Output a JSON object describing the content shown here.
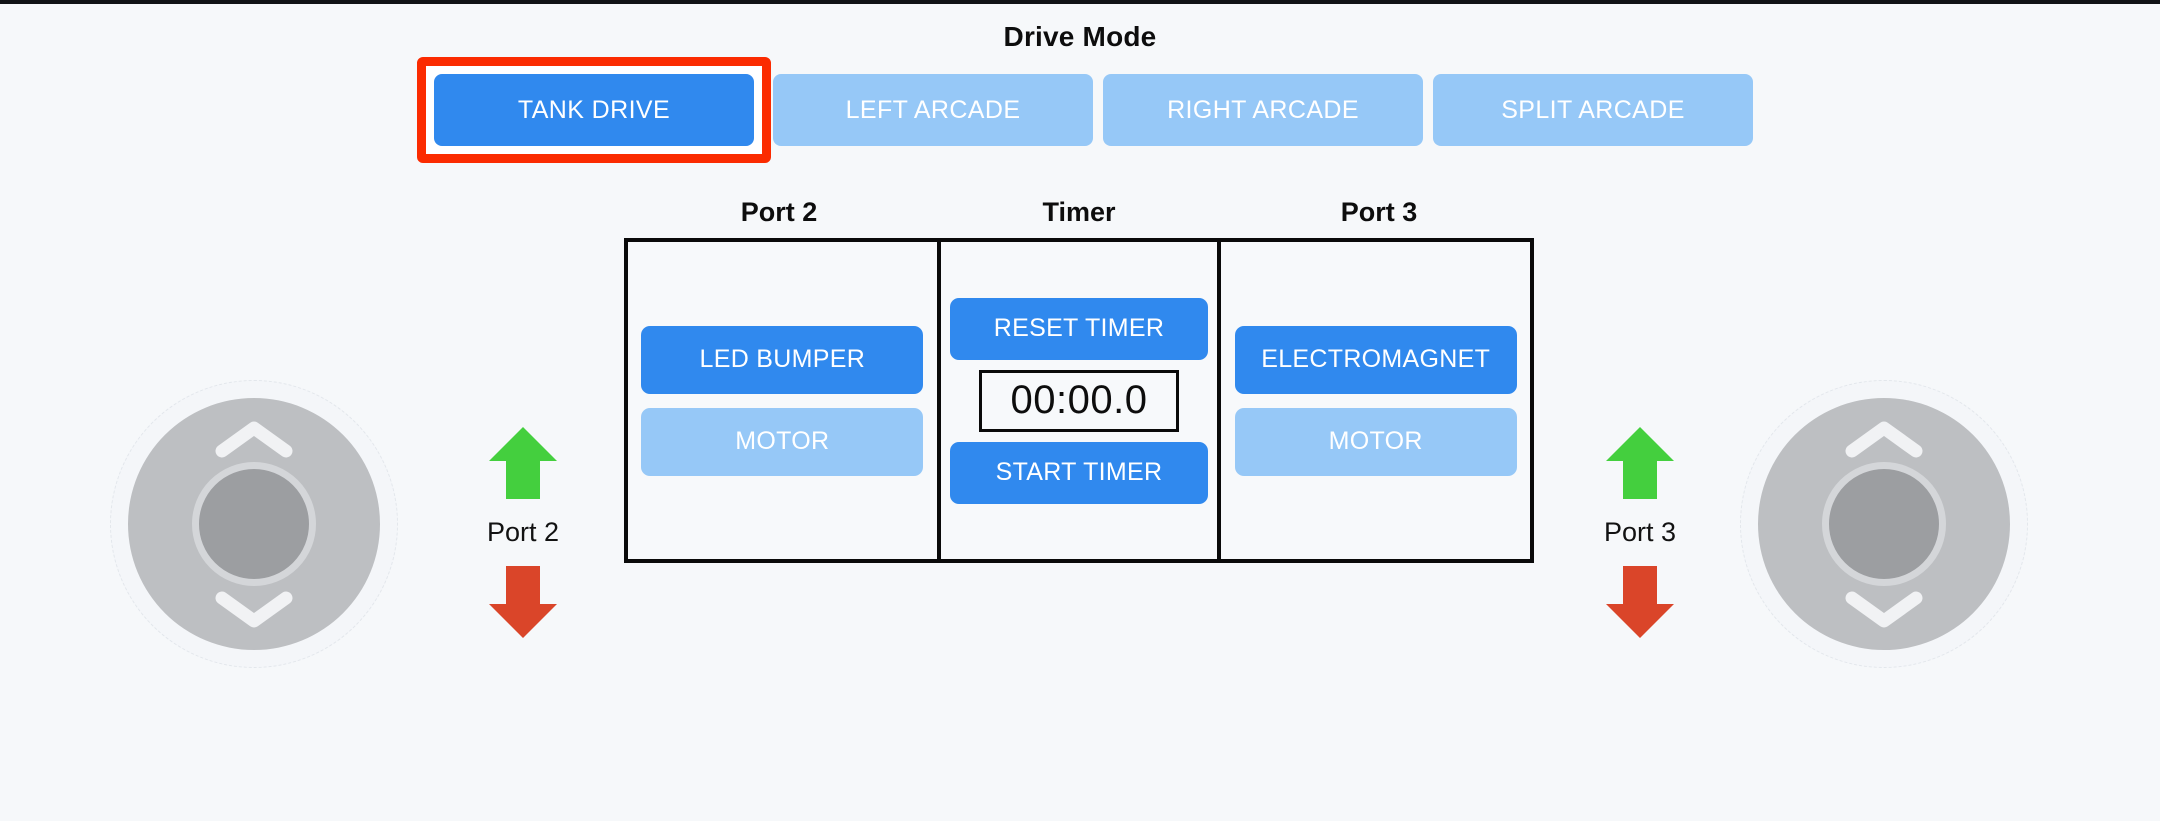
{
  "drive_mode": {
    "title": "Drive Mode",
    "selected": "TANK DRIVE",
    "highlight_color": "#fb2b00",
    "active_color": "#3089ee",
    "inactive_color": "#96c8f7",
    "buttons": [
      {
        "label": "TANK DRIVE",
        "state": "active"
      },
      {
        "label": "LEFT ARCADE",
        "state": "inactive"
      },
      {
        "label": "RIGHT ARCADE",
        "state": "inactive"
      },
      {
        "label": "SPLIT ARCADE",
        "state": "inactive"
      }
    ]
  },
  "panels": {
    "port2": {
      "header": "Port 2",
      "buttons": [
        {
          "label": "LED BUMPER",
          "state": "active"
        },
        {
          "label": "MOTOR",
          "state": "inactive"
        }
      ]
    },
    "timer": {
      "header": "Timer",
      "reset_label": "RESET TIMER",
      "start_label": "START TIMER",
      "display": "00:00.0"
    },
    "port3": {
      "header": "Port 3",
      "buttons": [
        {
          "label": "ELECTROMAGNET",
          "state": "active"
        },
        {
          "label": "MOTOR",
          "state": "inactive"
        }
      ]
    }
  },
  "port_controls": {
    "left": {
      "name": "Port 2",
      "up_icon": "up-arrow-icon",
      "down_icon": "down-arrow-icon"
    },
    "right": {
      "name": "Port 3",
      "up_icon": "up-arrow-icon",
      "down_icon": "down-arrow-icon"
    },
    "up_color": "#44cf3e",
    "down_color": "#da4529"
  },
  "joysticks": {
    "left": {
      "name": "left-joystick",
      "up_icon": "chevron-up-icon",
      "down_icon": "chevron-down-icon"
    },
    "right": {
      "name": "right-joystick",
      "up_icon": "chevron-up-icon",
      "down_icon": "chevron-down-icon"
    },
    "base_color": "#bdbfc2",
    "knob_color": "#9c9ea1"
  },
  "theme": {
    "background": "#f6f8fa",
    "border": "#0a0a0a",
    "text": "#0d0d0d"
  }
}
